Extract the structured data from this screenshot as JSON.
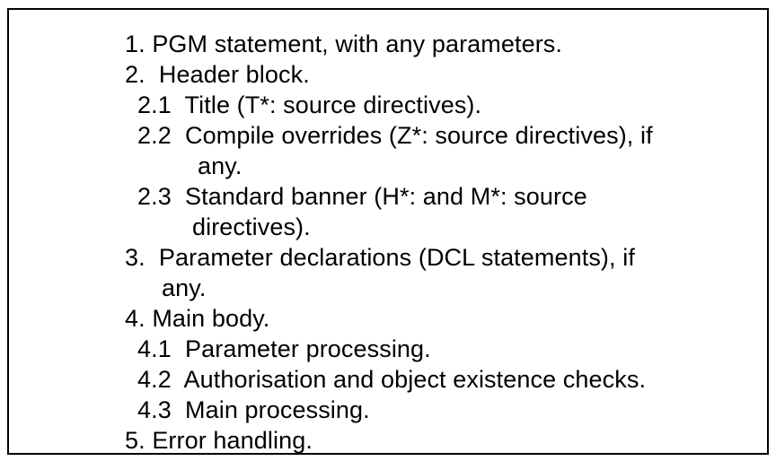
{
  "document": {
    "title": "Program Structure Outline",
    "background_color": "#ffffff",
    "text_color": "#000000",
    "border_color": "#000000"
  },
  "outline": {
    "lines": [
      {
        "id": "item-1",
        "text": "1. PGM statement, with any parameters.",
        "indent": "lvl1"
      },
      {
        "id": "item-2",
        "text": "2.  Header block.",
        "indent": "lvl1"
      },
      {
        "id": "item-2-1",
        "text": "2.1  Title (T*: source directives).",
        "indent": "lvl2"
      },
      {
        "id": "item-2-2",
        "text": "2.2  Compile overrides (Z*: source directives), if",
        "indent": "lvl2"
      },
      {
        "id": "item-2-2-cont",
        "text": "any.",
        "indent": "cont-a"
      },
      {
        "id": "item-2-3",
        "text": "2.3  Standard banner (H*: and M*: source",
        "indent": "lvl2"
      },
      {
        "id": "item-2-3-cont",
        "text": "directives).",
        "indent": "cont-b"
      },
      {
        "id": "item-3",
        "text": "3.  Parameter declarations (DCL statements), if",
        "indent": "lvl1"
      },
      {
        "id": "item-3-cont",
        "text": "any.",
        "indent": "cont-c"
      },
      {
        "id": "item-4",
        "text": "4. Main body.",
        "indent": "lvl1"
      },
      {
        "id": "item-4-1",
        "text": "4.1  Parameter processing.",
        "indent": "lvl2"
      },
      {
        "id": "item-4-2",
        "text": "4.2  Authorisation and object existence checks.",
        "indent": "lvl2"
      },
      {
        "id": "item-4-3",
        "text": "4.3  Main processing.",
        "indent": "lvl2"
      },
      {
        "id": "item-5",
        "text": "5. Error handling.",
        "indent": "lvl1"
      }
    ]
  }
}
